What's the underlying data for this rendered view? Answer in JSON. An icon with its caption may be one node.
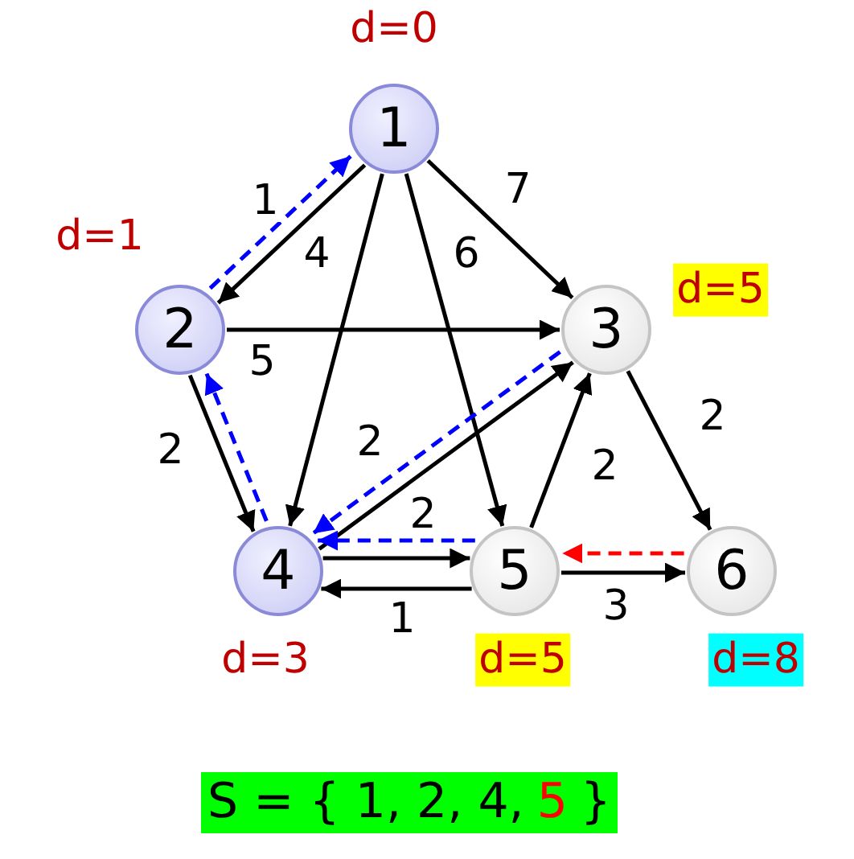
{
  "diagram": {
    "nodes": [
      {
        "text": [
          "1"
        ],
        "beside": [
          "d=0"
        ]
      },
      {
        "text": [
          "2"
        ],
        "beside": [
          "d=1"
        ]
      },
      {
        "text": [
          "3"
        ],
        "beside": [
          "d=5"
        ]
      },
      {
        "text": [
          "4"
        ],
        "beside": [
          "d=3"
        ]
      },
      {
        "text": [
          "5"
        ],
        "beside": [
          "d=5"
        ]
      },
      {
        "text": [
          "6"
        ],
        "beside": [
          "d=8"
        ]
      }
    ],
    "edges": [
      {
        "from": 0,
        "to": 1,
        "arrow": "to",
        "label": "1"
      },
      {
        "from": 1,
        "to": 0,
        "arrow": "to",
        "style": "dashed",
        "color": "#0000ff"
      },
      {
        "from": 0,
        "to": 3,
        "arrow": "to",
        "label": "4"
      },
      {
        "from": 0,
        "to": 4,
        "arrow": "to",
        "label": "6"
      },
      {
        "from": 0,
        "to": 2,
        "arrow": "to",
        "label": "7"
      },
      {
        "from": 1,
        "to": 2,
        "arrow": "to",
        "label": "5"
      },
      {
        "from": 1,
        "to": 3,
        "arrow": "to",
        "label": "2"
      },
      {
        "from": 3,
        "to": 1,
        "arrow": "to",
        "style": "dashed",
        "color": "#0000ff"
      },
      {
        "from": 3,
        "to": 2,
        "arrow": "to",
        "label": "2"
      },
      {
        "from": 2,
        "to": 3,
        "arrow": "to",
        "style": "dashed",
        "color": "#0000ff"
      },
      {
        "from": 3,
        "to": 4,
        "arrow": "to",
        "label": "2"
      },
      {
        "from": 4,
        "to": 3,
        "arrow": "to",
        "style": "dashed",
        "color": "#0000ff"
      },
      {
        "from": 4,
        "to": 3,
        "arrow": "to",
        "label": "1"
      },
      {
        "from": 4,
        "to": 2,
        "arrow": "to",
        "label": "2"
      },
      {
        "from": 4,
        "to": 5,
        "arrow": "to",
        "label": "3"
      },
      {
        "from": 2,
        "to": 5,
        "arrow": "to",
        "label": "2"
      },
      {
        "from": 5,
        "to": 4,
        "arrow": "to",
        "style": "dashed",
        "color": "#ff0000"
      }
    ],
    "labels": [
      "S = { 1, 2, 4,",
      "5",
      "}"
    ]
  }
}
